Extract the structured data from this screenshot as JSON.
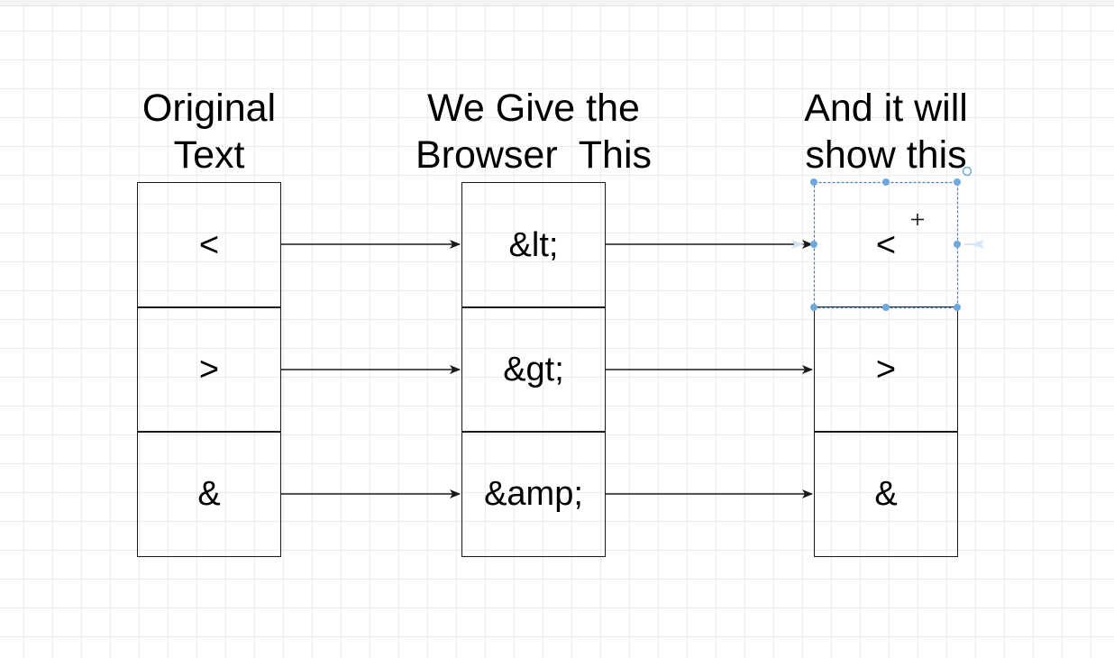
{
  "headers": {
    "col1": "Original\nText",
    "col2": "We Give the\nBrowser  This",
    "col3": "And it will\nshow this"
  },
  "rows": [
    {
      "original": "<",
      "encoded": "&lt;",
      "shown": "<"
    },
    {
      "original": ">",
      "encoded": "&gt;",
      "shown": ">"
    },
    {
      "original": "&",
      "encoded": "&amp;",
      "shown": "&"
    }
  ],
  "colors": {
    "grid": "#ececec",
    "stroke": "#1a1a1a",
    "selection": "#5b9bd5"
  },
  "selected_cell": "col3-row1"
}
